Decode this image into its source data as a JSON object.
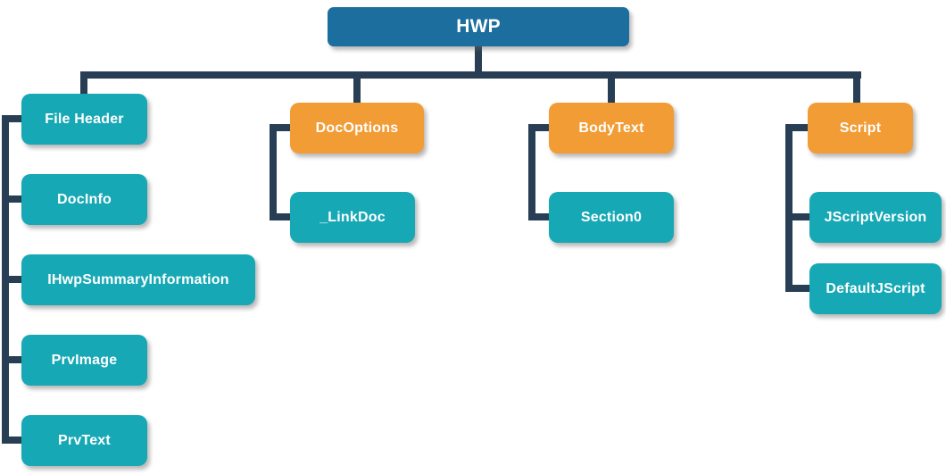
{
  "diagram": {
    "description": "HWP file structure tree diagram",
    "colors": {
      "root": "#1C6E9E",
      "branch": "#F29C36",
      "leaf": "#17A8B5",
      "connector": "#273E54"
    },
    "nodes": {
      "hwp": {
        "label": "HWP",
        "level": "root"
      },
      "file_header": {
        "label": "File Header",
        "level": "leaf"
      },
      "docinfo": {
        "label": "DocInfo",
        "level": "leaf"
      },
      "ihwp_summary": {
        "label": "IHwpSummaryInformation",
        "level": "leaf"
      },
      "prvimage": {
        "label": "PrvImage",
        "level": "leaf"
      },
      "prvtext": {
        "label": "PrvText",
        "level": "leaf"
      },
      "docoptions": {
        "label": "DocOptions",
        "level": "branch"
      },
      "linkdoc": {
        "label": "_LinkDoc",
        "level": "leaf"
      },
      "bodytext": {
        "label": "BodyText",
        "level": "branch"
      },
      "section0": {
        "label": "Section0",
        "level": "leaf"
      },
      "script": {
        "label": "Script",
        "level": "branch"
      },
      "jscript_version": {
        "label": "JScriptVersion",
        "level": "leaf"
      },
      "default_jscript": {
        "label": "DefaultJScript",
        "level": "leaf"
      }
    }
  }
}
